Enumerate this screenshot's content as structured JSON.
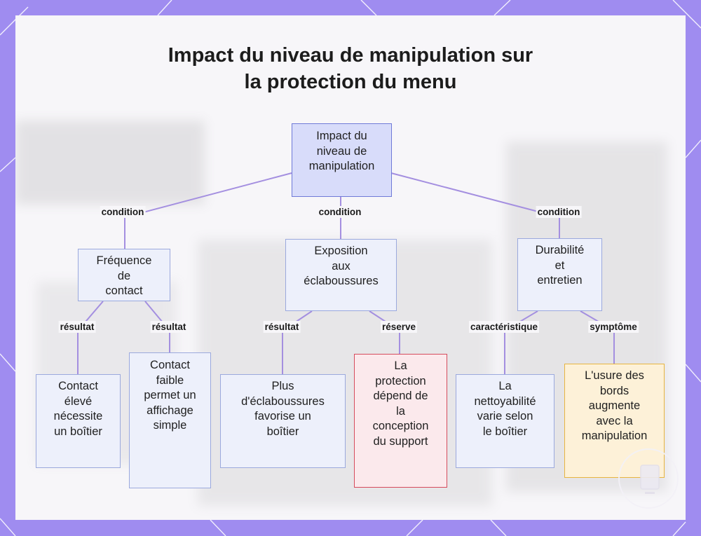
{
  "title": {
    "line1": "Impact du niveau de manipulation sur",
    "line2": "la protection du menu"
  },
  "nodes": {
    "root": [
      "Impact du",
      "niveau de",
      "manipulation"
    ],
    "frequency": [
      "Fréquence",
      "de",
      "contact"
    ],
    "exposure": [
      "Exposition",
      "aux",
      "éclaboussures"
    ],
    "durability": [
      "Durabilité",
      "et",
      "entretien"
    ],
    "high_contact": [
      "Contact",
      "élevé",
      "nécessite",
      "un boîtier"
    ],
    "low_contact": [
      "Contact",
      "faible",
      "permet un",
      "affichage",
      "simple"
    ],
    "more_splash": [
      "Plus",
      "d'éclaboussures",
      "favorise un",
      "boîtier"
    ],
    "support_design": [
      "La",
      "protection",
      "dépend de",
      "la",
      "conception",
      "du support"
    ],
    "cleanability": [
      "La",
      "nettoyabilité",
      "varie selon",
      "le boîtier"
    ],
    "edge_wear": [
      "L'usure des",
      "bords",
      "augmente",
      "avec la",
      "manipulation"
    ]
  },
  "edges": {
    "root_frequency": "condition",
    "root_exposure": "condition",
    "root_durability": "condition",
    "frequency_high": "résultat",
    "frequency_low": "résultat",
    "exposure_more": "résultat",
    "exposure_support": "réserve",
    "durability_clean": "caractéristique",
    "durability_wear": "symptôme"
  },
  "colors": {
    "frame": "#9f8cf0",
    "root_fill": "#d8dcfa",
    "node_fill": "#edf0fb",
    "reserve_border": "#d64b5c",
    "symptom_border": "#e7b540",
    "connector": "#a48fe0"
  }
}
